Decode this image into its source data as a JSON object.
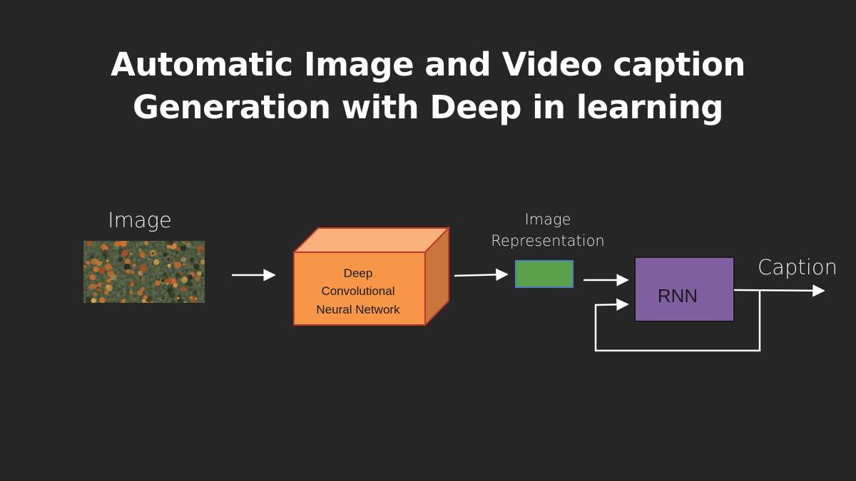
{
  "title": {
    "line1": "Automatic Image and Video caption",
    "line2": "Generation with Deep in learning"
  },
  "diagram": {
    "input_label": "Image",
    "input_image": "aerial-forest-autumn",
    "cnn": {
      "line1": "Deep",
      "line2": "Convolutional",
      "line3": "Neural Network"
    },
    "representation": {
      "line1": "Image",
      "line2": "Representation"
    },
    "rnn_label": "RNN",
    "output_label": "Caption"
  },
  "colors": {
    "background": "#262626",
    "text": "#ffffff",
    "cnn_front": "#f79646",
    "cnn_top": "#f9b07a",
    "cnn_side": "#c8763b",
    "cnn_border": "#c0392b",
    "representation_fill": "#5aa04a",
    "representation_border": "#4a7fc1",
    "rnn_fill": "#7f5fa0",
    "rnn_border": "#1a1a1a",
    "arrow": "#ffffff"
  }
}
